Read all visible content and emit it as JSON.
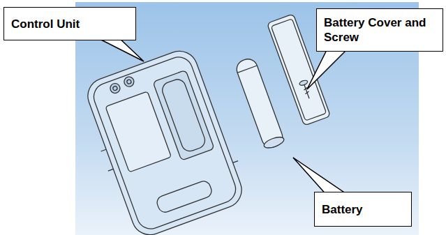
{
  "diagram": {
    "nodes": [
      {
        "text": [
          "Control Unit"
        ]
      },
      {
        "text": [
          "Battery Cover and Screw"
        ]
      },
      {
        "text": [
          "Battery"
        ]
      }
    ]
  }
}
